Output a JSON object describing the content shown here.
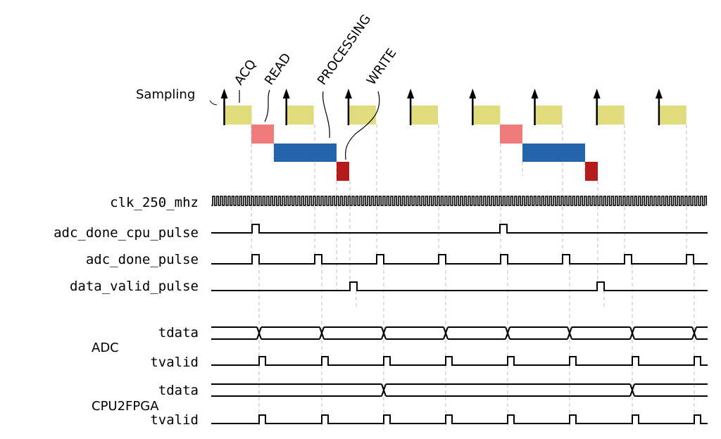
{
  "phases": {
    "sampling": "Sampling",
    "acq": "ACQ",
    "read": "READ",
    "processing": "PROCESSING",
    "write": "WRITE"
  },
  "colors": {
    "acq": "#e0dc7e",
    "read": "#f07b7b",
    "processing": "#2364ad",
    "write": "#b31b1b"
  },
  "signals": {
    "clk": "clk_250_mhz",
    "adc_done_cpu_pulse": "adc_done_cpu_pulse",
    "adc_done_pulse": "adc_done_pulse",
    "data_valid_pulse": "data_valid_pulse"
  },
  "groups": {
    "adc": {
      "label": "ADC",
      "tdata": "tdata",
      "tvalid": "tvalid"
    },
    "cpu2fpga": {
      "label": "CPU2FPGA",
      "tdata": "tdata",
      "tvalid": "tvalid"
    }
  }
}
